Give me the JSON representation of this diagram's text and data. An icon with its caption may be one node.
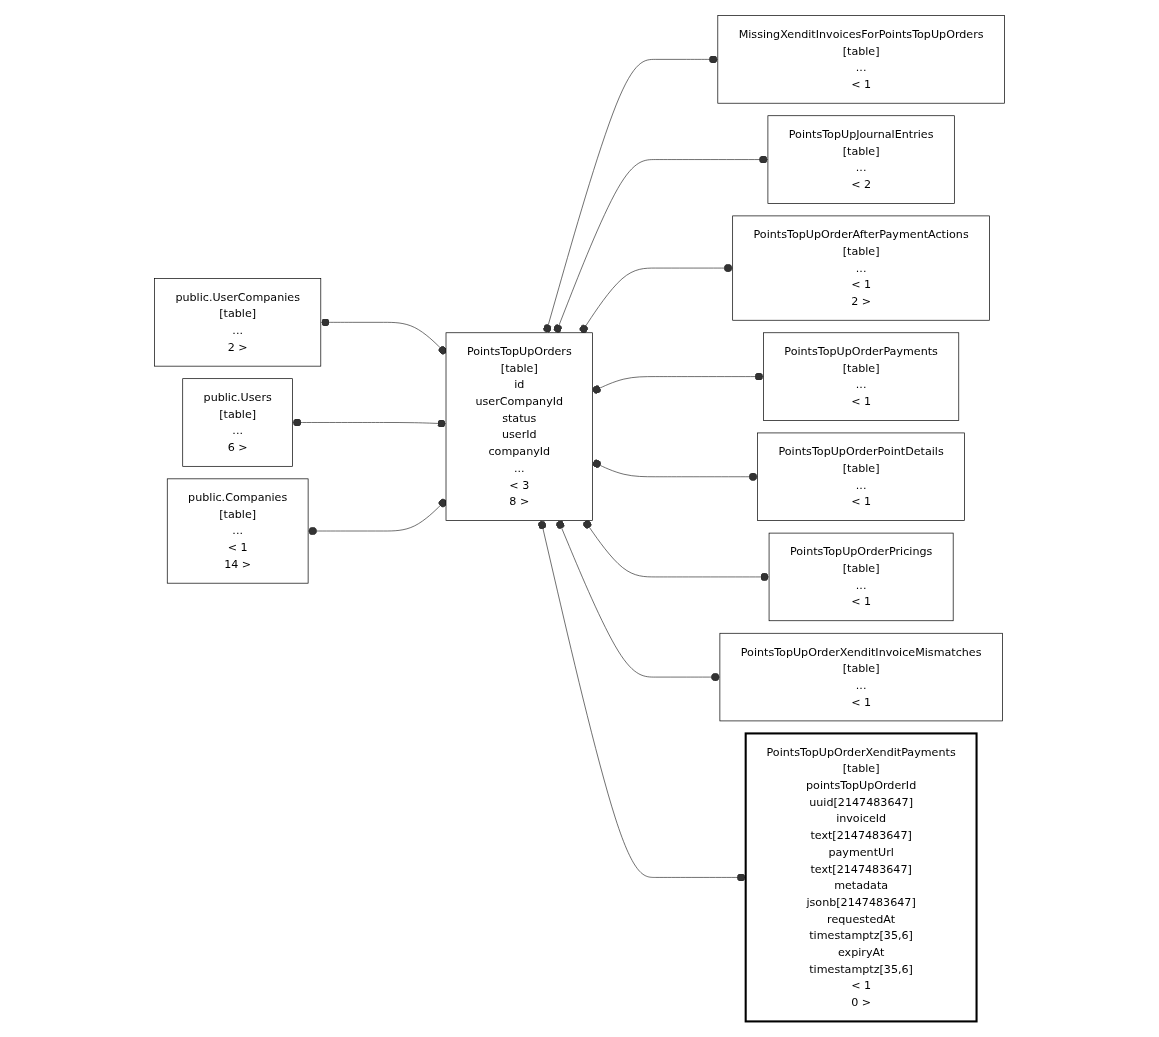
{
  "diagram": {
    "nodes": [
      {
        "text": [
          "public.UserCompanies",
          "[table]",
          "...",
          "2 >"
        ]
      },
      {
        "text": [
          "public.Users",
          "[table]",
          "...",
          "6 >"
        ]
      },
      {
        "text": [
          "public.Companies",
          "[table]",
          "...",
          "< 1",
          "14 >"
        ]
      },
      {
        "text": [
          "PointsTopUpOrders",
          "[table]",
          "id",
          "userCompanyId",
          "status",
          "userId",
          "companyId",
          "...",
          "< 3",
          "8 >"
        ]
      },
      {
        "text": [
          "MissingXenditInvoicesForPointsTopUpOrders",
          "[table]",
          "...",
          "< 1"
        ]
      },
      {
        "text": [
          "PointsTopUpJournalEntries",
          "[table]",
          "...",
          "< 2"
        ]
      },
      {
        "text": [
          "PointsTopUpOrderAfterPaymentActions",
          "[table]",
          "...",
          "< 1",
          "2 >"
        ]
      },
      {
        "text": [
          "PointsTopUpOrderPayments",
          "[table]",
          "...",
          "< 1"
        ]
      },
      {
        "text": [
          "PointsTopUpOrderPointDetails",
          "[table]",
          "...",
          "< 1"
        ]
      },
      {
        "text": [
          "PointsTopUpOrderPricings",
          "[table]",
          "...",
          "< 1"
        ]
      },
      {
        "text": [
          "PointsTopUpOrderXenditInvoiceMismatches",
          "[table]",
          "...",
          "< 1"
        ]
      },
      {
        "text": [
          "PointsTopUpOrderXenditPayments",
          "[table]",
          "pointsTopUpOrderId",
          "uuid[2147483647]",
          "invoiceId",
          "text[2147483647]",
          "paymentUrl",
          "text[2147483647]",
          "metadata",
          "jsonb[2147483647]",
          "requestedAt",
          "timestamptz[35,6]",
          "expiryAt",
          "timestamptz[35,6]",
          "< 1",
          "0 >"
        ]
      }
    ],
    "edges": [
      {
        "from": 0,
        "to": 3,
        "arrow": "other"
      },
      {
        "from": 1,
        "to": 3,
        "arrow": "other"
      },
      {
        "from": 2,
        "to": 3,
        "arrow": "other"
      },
      {
        "from": 3,
        "to": 4,
        "arrow": "other"
      },
      {
        "from": 3,
        "to": 5,
        "arrow": "other"
      },
      {
        "from": 3,
        "to": 6,
        "arrow": "other"
      },
      {
        "from": 3,
        "to": 7,
        "arrow": "other"
      },
      {
        "from": 3,
        "to": 8,
        "arrow": "other"
      },
      {
        "from": 3,
        "to": 9,
        "arrow": "other"
      },
      {
        "from": 3,
        "to": 10,
        "arrow": "other"
      },
      {
        "from": 3,
        "to": 11,
        "arrow": "other"
      }
    ]
  }
}
